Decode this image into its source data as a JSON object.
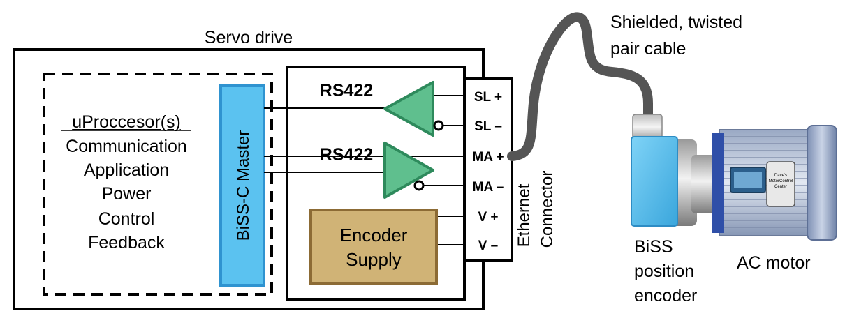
{
  "diagram": {
    "servo_drive": {
      "title": "Servo drive"
    },
    "processor": {
      "heading": "uProccesor(s)",
      "functions": [
        "Communication",
        "Application",
        "Power",
        "Control",
        "Feedback"
      ]
    },
    "master": {
      "label": "BiSS-C Master",
      "fill": "#5bc2f0"
    },
    "transceivers": [
      {
        "label": "RS422",
        "fill": "#5fbf8e"
      },
      {
        "label": "RS422",
        "fill": "#5fbf8e"
      }
    ],
    "encoder_supply": {
      "line1": "Encoder",
      "line2": "Supply",
      "fill": "#d0b376"
    },
    "pins": [
      "SL +",
      "SL –",
      "MA +",
      "MA –",
      "V +",
      "V –"
    ],
    "connector": {
      "line1": "Ethernet",
      "line2": "Connector"
    },
    "cable": {
      "line1": "Shielded, twisted",
      "line2": "pair cable",
      "color": "#555555"
    },
    "encoder": {
      "line1": "BiSS",
      "line2": "position",
      "line3": "encoder",
      "fill": "#5bc2f0"
    },
    "motor": {
      "label": "AC motor",
      "badge_line1": "Dave's",
      "badge_line2": "MotorControl",
      "badge_line3": "Center"
    }
  }
}
